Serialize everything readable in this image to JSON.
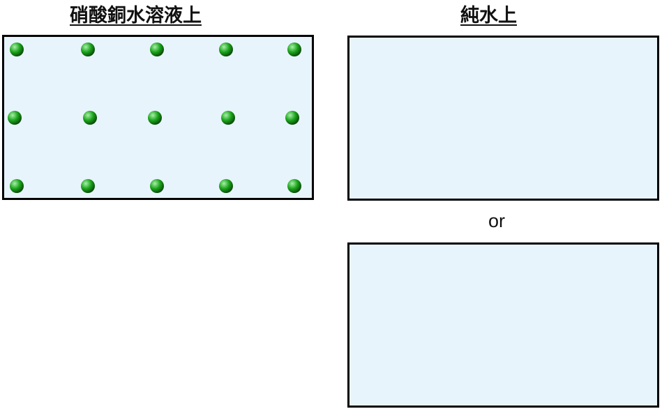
{
  "figure": {
    "title_left": "硝酸銅水溶液上",
    "title_right": "純水上",
    "or_label": "or"
  },
  "panels": [
    {
      "id": "copper-nitrate-solution",
      "layout": "square-grid",
      "counterions": true
    },
    {
      "id": "pure-water-option-1",
      "layout": "dense-rows",
      "counterions": false
    },
    {
      "id": "pure-water-option-2",
      "layout": "rotated-stagger",
      "counterions": false
    }
  ],
  "colors": {
    "background": "#e8f4fc",
    "carbon": "#7a7a7a",
    "oxygen": "#e01010",
    "nitrogen": "#2a2ad8",
    "metal": "#d040d8",
    "copper_ion": "#1aa31a",
    "border": "#000000"
  },
  "icons": [
    "carbon-atom",
    "oxygen-atom",
    "nitrogen-atom",
    "metal-center",
    "copper-ion"
  ]
}
